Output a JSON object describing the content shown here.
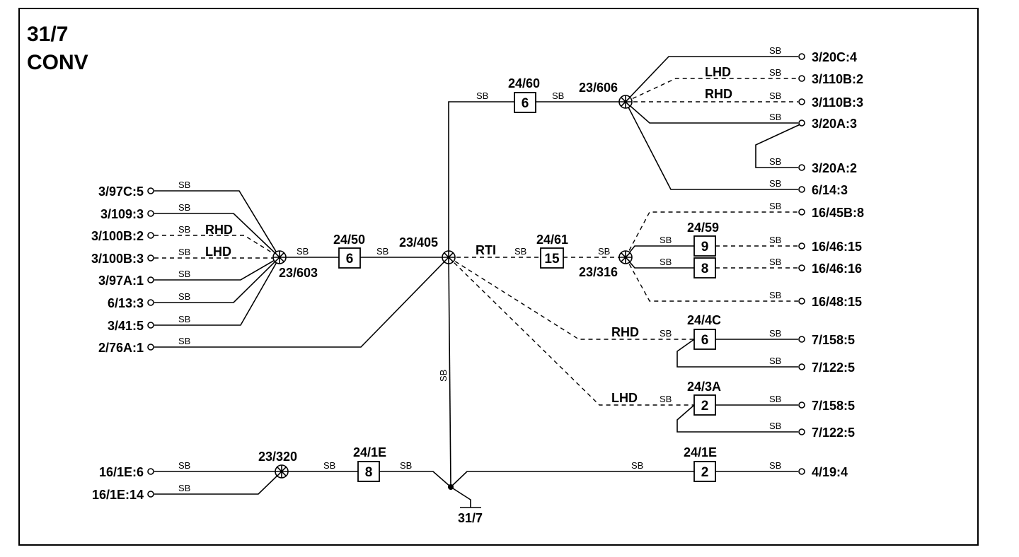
{
  "title": {
    "line1": "31/7",
    "line2": "CONV"
  },
  "wire_code": "SB",
  "variants": {
    "rhd": "RHD",
    "lhd": "LHD",
    "rti": "RTI"
  },
  "ground": "31/7",
  "splices": {
    "s603": "23/603",
    "s405": "23/405",
    "s606": "23/606",
    "s316": "23/316",
    "s320": "23/320"
  },
  "connectors": {
    "c2450": {
      "label": "24/50",
      "pin": "6"
    },
    "c2460": {
      "label": "24/60",
      "pin": "6"
    },
    "c2461": {
      "label": "24/61",
      "pin": "15"
    },
    "c2459": {
      "label": "24/59",
      "pin_a": "9",
      "pin_b": "8"
    },
    "c244c": {
      "label": "24/4C",
      "pin": "6"
    },
    "c243a": {
      "label": "24/3A",
      "pin": "2"
    },
    "c241e_left": {
      "label": "24/1E",
      "pin": "8"
    },
    "c241e_right": {
      "label": "24/1E",
      "pin": "2"
    }
  },
  "terminals_left": [
    "3/97C:5",
    "3/109:3",
    "3/100B:2",
    "3/100B:3",
    "3/97A:1",
    "6/13:3",
    "3/41:5",
    "2/76A:1",
    "16/1E:6",
    "16/1E:14"
  ],
  "terminals_right": [
    "3/20C:4",
    "3/110B:2",
    "3/110B:3",
    "3/20A:3",
    "3/20A:2",
    "6/14:3",
    "16/45B:8",
    "16/46:15",
    "16/46:16",
    "16/48:15",
    "7/158:5",
    "7/122:5",
    "7/158:5",
    "7/122:5",
    "4/19:4"
  ]
}
